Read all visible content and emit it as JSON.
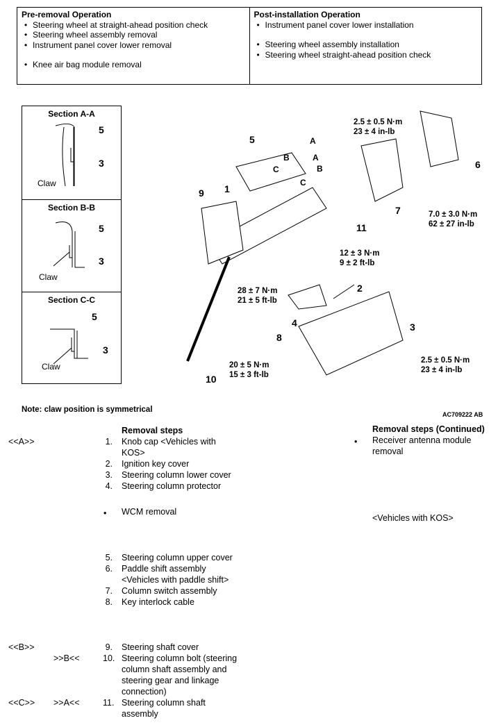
{
  "pre_removal": {
    "title": "Pre-removal Operation",
    "items": [
      "Steering wheel at straight-ahead position check",
      "Steering wheel assembly removal",
      "Instrument panel cover lower removal",
      "Knee air bag module removal"
    ]
  },
  "post_installation": {
    "title": "Post-installation Operation",
    "items": [
      "Instrument panel cover lower installation",
      "Steering wheel assembly installation",
      "Steering wheel straight-ahead position check"
    ]
  },
  "sections": [
    {
      "title": "Section A-A",
      "claw": "Claw",
      "labels": [
        "5",
        "3"
      ]
    },
    {
      "title": "Section B-B",
      "claw": "Claw",
      "labels": [
        "5",
        "3"
      ]
    },
    {
      "title": "Section C-C",
      "claw": "Claw",
      "labels": [
        "5",
        "3"
      ]
    }
  ],
  "diagram": {
    "parts": [
      "1",
      "2",
      "3",
      "4",
      "5",
      "6",
      "7",
      "8",
      "9",
      "10",
      "11"
    ],
    "section_marks": [
      "A",
      "A",
      "B",
      "B",
      "C",
      "C"
    ],
    "torques": {
      "t1": [
        "2.5 ± 0.5 N·m",
        "23 ± 4 in-lb"
      ],
      "t2": [
        "7.0 ± 3.0 N·m",
        "62 ± 27 in-lb"
      ],
      "t3": [
        "12 ± 3 N·m",
        "9 ± 2 ft-lb"
      ],
      "t4": [
        "28 ± 7 N·m",
        "21 ± 5 ft-lb"
      ],
      "t5": [
        "20 ± 5 N·m",
        "15 ± 3 ft-lb"
      ],
      "t6": [
        "2.5 ± 0.5 N·m",
        "23 ± 4 in-lb"
      ]
    },
    "note": "Note: claw position is symmetrical",
    "figure_id": "AC709222 AB"
  },
  "removal": {
    "title": "Removal steps",
    "steps": [
      {
        "num": "1.",
        "lines": [
          "Knob cap <Vehicles with",
          "KOS>"
        ],
        "ref_left": "<<A>>"
      },
      {
        "num": "2.",
        "lines": [
          "Ignition key cover"
        ]
      },
      {
        "num": "3.",
        "lines": [
          "Steering column lower cover"
        ]
      },
      {
        "num": "4.",
        "lines": [
          "Steering column protector"
        ]
      },
      {
        "bullet": "WCM removal"
      },
      {
        "num": "5.",
        "lines": [
          "Steering column upper cover"
        ]
      },
      {
        "num": "6.",
        "lines": [
          "Paddle shift assembly",
          "<Vehicles with paddle shift>"
        ]
      },
      {
        "num": "7.",
        "lines": [
          "Column switch assembly"
        ]
      },
      {
        "num": "8.",
        "lines": [
          "Key interlock cable"
        ]
      },
      {
        "num": "9.",
        "lines": [
          "Steering shaft cover"
        ],
        "ref_left": "<<B>>"
      },
      {
        "num": "10.",
        "lines": [
          "Steering column bolt (steering",
          "column shaft assembly and",
          "steering gear and linkage",
          "connection)"
        ],
        "ref_mid": ">>B<<"
      },
      {
        "num": "11.",
        "lines": [
          "Steering column shaft",
          "assembly"
        ],
        "ref_left": "<<C>>",
        "ref_mid": ">>A<<"
      }
    ]
  },
  "removal_continued": {
    "title": "Removal steps (Continued)",
    "bullet": [
      "Receiver antenna module",
      "removal"
    ],
    "note": "<Vehicles with KOS>"
  }
}
